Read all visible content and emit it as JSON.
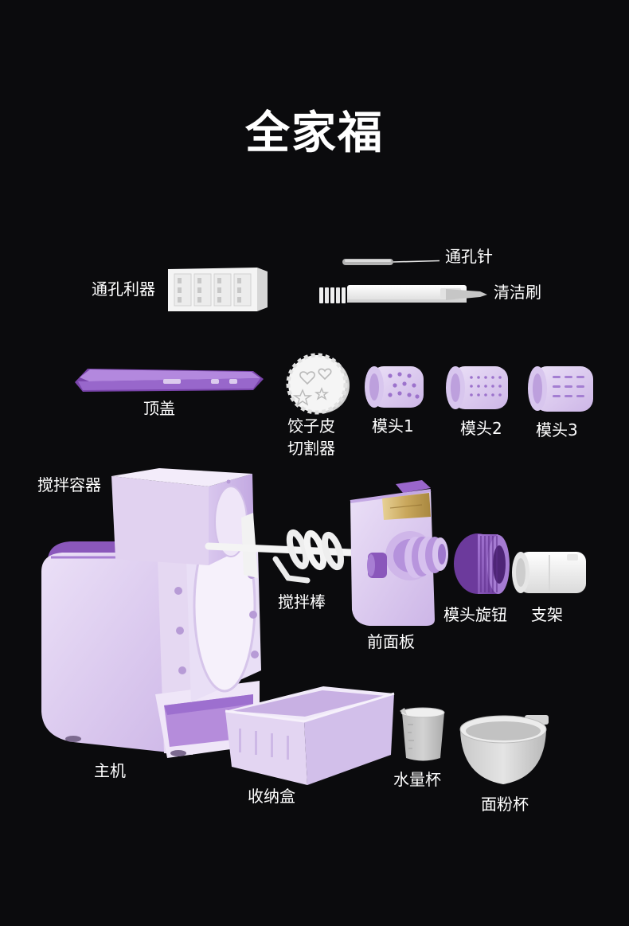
{
  "page": {
    "title": "全家福"
  },
  "labels": {
    "needle": "通孔针",
    "hole_tool": "通孔利器",
    "brush": "清洁刷",
    "lid": "顶盖",
    "cutter": [
      "饺子皮",
      "切割器"
    ],
    "die_1": "模头1",
    "die_2": "模头2",
    "die_3": "模头3",
    "mixing_container": "搅拌容器",
    "stirring_rod": "搅拌棒",
    "die_knob": "模头旋钮",
    "holder": "支架",
    "front_panel": "前面板",
    "main_unit": "主机",
    "storage_box": "收纳盒",
    "water_cup": "水量杯",
    "flour_cup": "面粉杯"
  },
  "colors": {
    "background": "#0b0b0d",
    "text": "#ffffff",
    "lavender": "#dccbee",
    "purple": "#8a57bb",
    "gold": "#c9a75c"
  }
}
